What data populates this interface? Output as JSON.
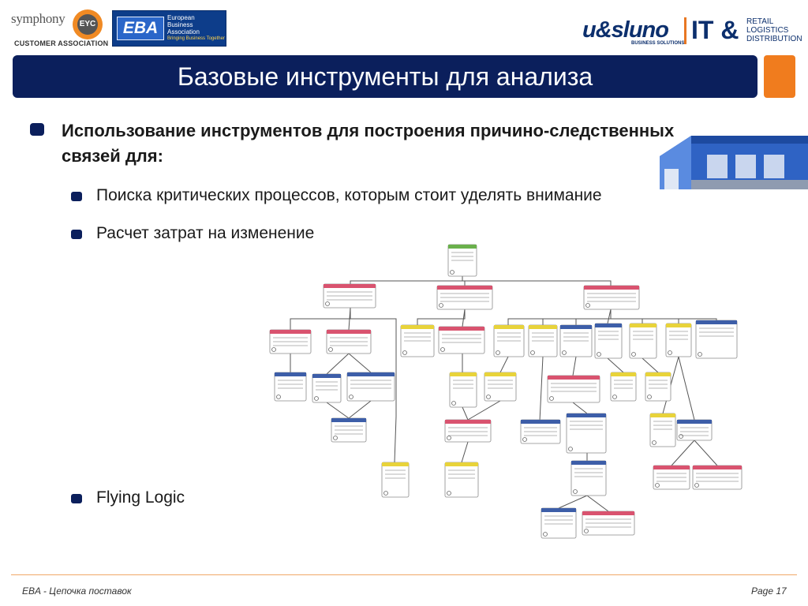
{
  "header": {
    "symphony_name": "symphony",
    "symphony_badge": "EYC",
    "symphony_subtitle": "CUSTOMER ASSOCIATION",
    "eba_logo": "EBA",
    "eba_lines": [
      "European",
      "Business",
      "Association"
    ],
    "eba_tagline": "Bringing Business Together",
    "usluno_logo": "u&sluno",
    "usluno_sub": "BUSINESS SOLUTIONS",
    "it_logo": "IT &",
    "retail_lines": [
      "RETAIL",
      "LOGISTICS",
      "DISTRIBUTION"
    ]
  },
  "title": "Базовые инструменты для анализа",
  "bullets": {
    "main": "Использование инструментов для построения причино-следственных связей для:",
    "sub": [
      "Поиска критических процессов, которым стоит уделять внимание",
      "Расчет затрат на изменение",
      "Flying Logic"
    ]
  },
  "footer": {
    "left": "EBA - Цепочка поставок",
    "page_label": "Page  17"
  },
  "colors": {
    "navy": "#0b1f5c",
    "orange": "#f07c1e",
    "node_red": "#d9536f",
    "node_blue": "#3d5ea8",
    "node_yellow": "#e8d33a",
    "node_green": "#6ab04c"
  }
}
